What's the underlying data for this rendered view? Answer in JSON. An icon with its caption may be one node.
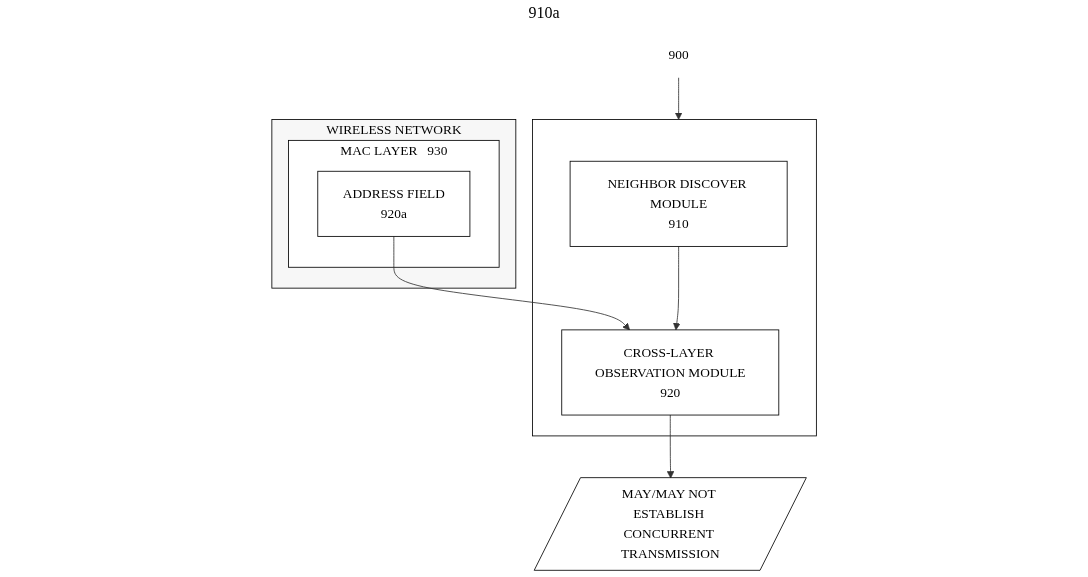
{
  "diagram": {
    "nodes": [
      {
        "text": [
          "WIRELESS NETWORK"
        ]
      },
      {
        "text": [
          "MAC LAYER",
          "930"
        ],
        "in": 0
      },
      {
        "text": [
          "ADDRESS FIELD",
          "920a"
        ],
        "in": 1
      },
      {
        "text": [
          "900"
        ]
      },
      {
        "text": [],
        "shape": "box"
      },
      {
        "text": [
          "NEIGHBOR DISCOVER MODULE",
          "910"
        ],
        "in": 4
      },
      {
        "text": [
          "CROSS-LAYER OBSERVATION MODULE",
          "920"
        ],
        "in": 4
      },
      {
        "text": [
          "MAY/MAY NOT ESTABLISH CONCURRENT TRANSMISSION"
        ]
      }
    ],
    "edges": [
      {
        "from": 2,
        "to": 6,
        "arrow": "to"
      },
      {
        "from": 5,
        "to": 6,
        "arrow": "to"
      },
      {
        "from": 6,
        "to": 7,
        "arrow": "to"
      },
      {
        "from": 3,
        "to": 4,
        "arrow": "to"
      }
    ],
    "labels": [
      "910a"
    ]
  }
}
